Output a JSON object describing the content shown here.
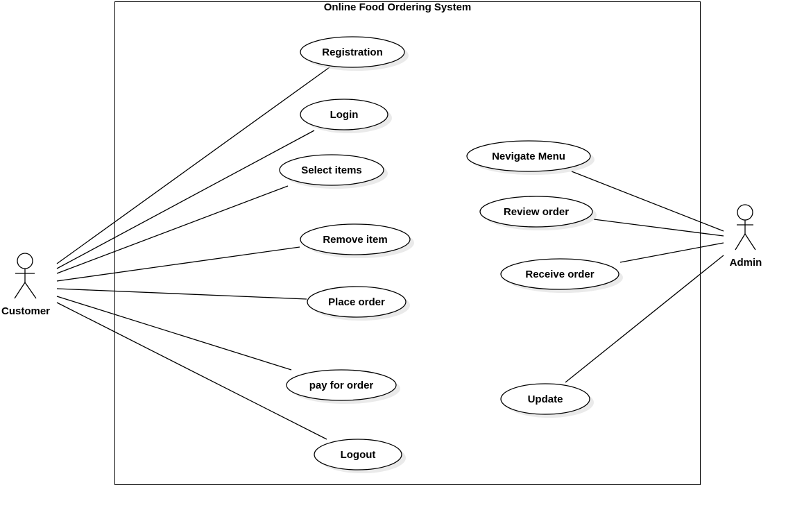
{
  "system": {
    "title": "Online Food Ordering System"
  },
  "actors": [
    {
      "id": "customer",
      "name": "Customer"
    },
    {
      "id": "admin",
      "name": "Admin"
    }
  ],
  "use_cases": [
    {
      "id": "registration",
      "label": "Registration"
    },
    {
      "id": "login",
      "label": "Login"
    },
    {
      "id": "select-items",
      "label": "Select items"
    },
    {
      "id": "remove-item",
      "label": "Remove item"
    },
    {
      "id": "place-order",
      "label": "Place order"
    },
    {
      "id": "pay-for-order",
      "label": "pay for order"
    },
    {
      "id": "logout",
      "label": "Logout"
    },
    {
      "id": "nevigate-menu",
      "label": "Nevigate Menu"
    },
    {
      "id": "review-order",
      "label": "Review order"
    },
    {
      "id": "receive-order",
      "label": "Receive order"
    },
    {
      "id": "update",
      "label": "Update"
    }
  ],
  "associations": [
    {
      "actor": "customer",
      "use_case": "registration"
    },
    {
      "actor": "customer",
      "use_case": "login"
    },
    {
      "actor": "customer",
      "use_case": "select-items"
    },
    {
      "actor": "customer",
      "use_case": "remove-item"
    },
    {
      "actor": "customer",
      "use_case": "place-order"
    },
    {
      "actor": "customer",
      "use_case": "pay-for-order"
    },
    {
      "actor": "customer",
      "use_case": "logout"
    },
    {
      "actor": "admin",
      "use_case": "nevigate-menu"
    },
    {
      "actor": "admin",
      "use_case": "review-order"
    },
    {
      "actor": "admin",
      "use_case": "receive-order"
    },
    {
      "actor": "admin",
      "use_case": "update"
    }
  ]
}
